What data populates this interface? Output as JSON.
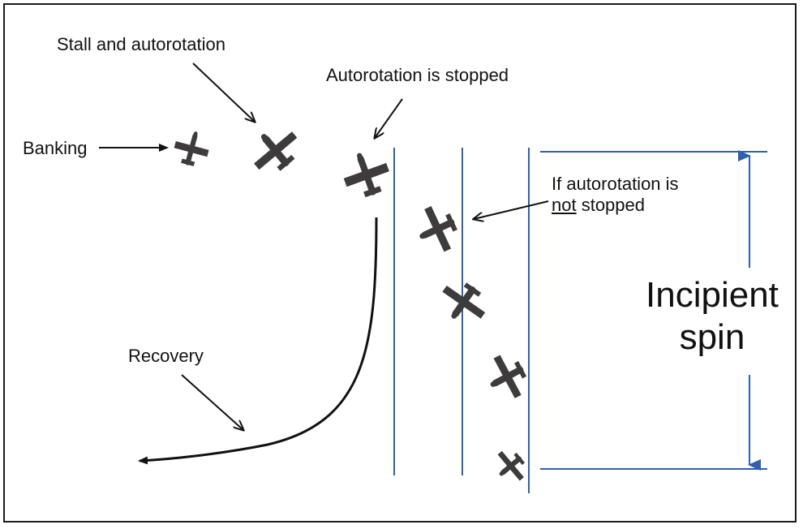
{
  "labels": {
    "stall": "Stall and autorotation",
    "stopped": "Autorotation is stopped",
    "banking": "Banking",
    "not_stopped_line1": "If autorotation is",
    "not_stopped_word": "not",
    "not_stopped_rest": " stopped",
    "recovery": "Recovery",
    "incipient_line1": "Incipient",
    "incipient_line2": "spin"
  },
  "colors": {
    "ink": "#111111",
    "airplane": "#3d3b3b",
    "guide_lines": "#2f5fae",
    "frame": "#1a1a1a"
  },
  "icons": [
    "airplane-icon",
    "arrow-icon"
  ]
}
